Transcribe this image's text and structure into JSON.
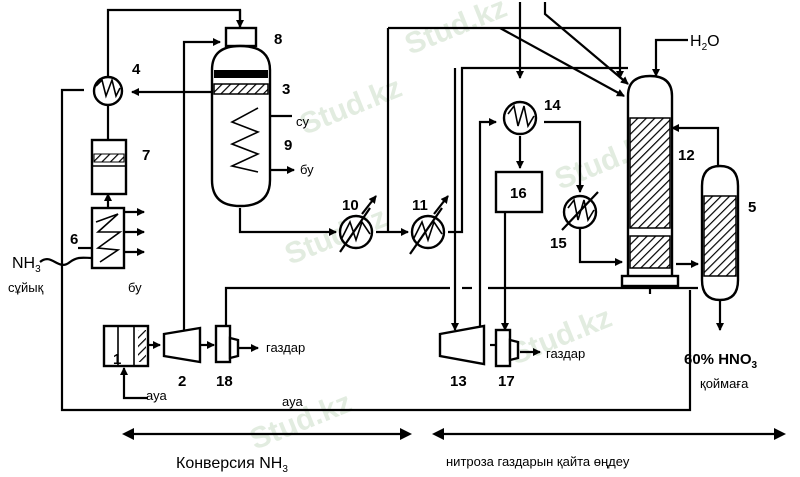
{
  "watermark": "Stud.kz",
  "units": {
    "u1": "1",
    "u2": "2",
    "u3": "3",
    "u4": "4",
    "u5": "5",
    "u6": "6",
    "u7": "7",
    "u8": "8",
    "u9": "9",
    "u10": "10",
    "u11": "11",
    "u12": "12",
    "u13": "13",
    "u14": "14",
    "u15": "15",
    "u16": "16",
    "u17": "17",
    "u18": "18"
  },
  "labels": {
    "h2o_main": "H",
    "h2o_sub": "2",
    "h2o_tail": "O",
    "water": "су",
    "steam_reactor": "бу",
    "steam_boiler": "бу",
    "nh3_main": "NH",
    "nh3_sub": "3",
    "nh3_liquid": "сұйық",
    "air_compressor": "ауа",
    "air_bottom": "ауа",
    "gases_left": "газдар",
    "gases_right": "газдар",
    "product_percent": "60% HNO",
    "product_sub": "3",
    "product_storage": "қоймаға"
  },
  "sections": {
    "left": "Конверсия  NH",
    "left_sub": "3",
    "right": "нитроза газдарын қайта өңдеу"
  }
}
